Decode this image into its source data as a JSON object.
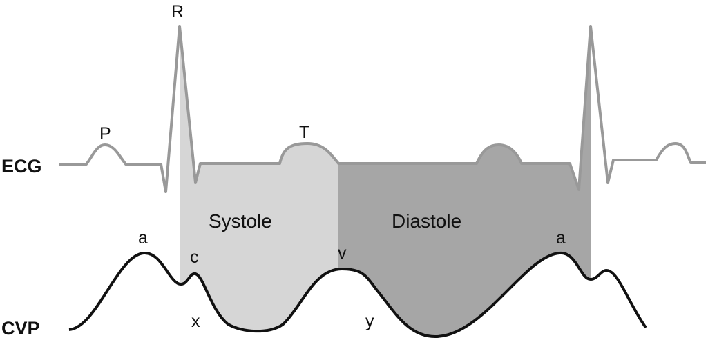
{
  "title_labels": {
    "ecg": "ECG",
    "cvp": "CVP"
  },
  "phases": {
    "systole": "Systole",
    "diastole": "Diastole"
  },
  "ecg_waves": {
    "p": "P",
    "r": "R",
    "t": "T"
  },
  "cvp_waves": {
    "a1": "a",
    "c": "c",
    "x": "x",
    "v": "v",
    "y": "y",
    "a2": "a"
  },
  "colors": {
    "ecg": "#999999",
    "cvp": "#111111",
    "systole": "#d6d6d6",
    "diastole": "#a6a6a6"
  }
}
